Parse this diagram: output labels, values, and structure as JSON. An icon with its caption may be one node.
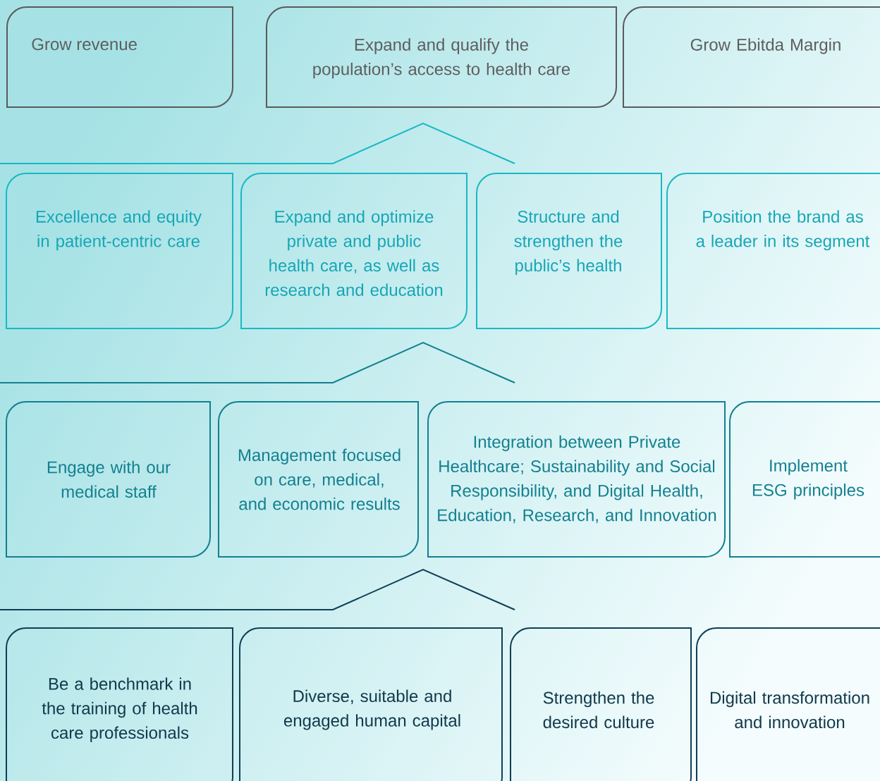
{
  "diagram": {
    "nodes": [
      {
        "text": [
          "Grow revenue"
        ]
      },
      {
        "text": [
          "Expand and qualify the population’s access to health care"
        ]
      },
      {
        "text": [
          "Grow Ebitda Margin"
        ]
      },
      {
        "text": [
          "Excellence and equity in patient-centric care"
        ]
      },
      {
        "text": [
          "Expand and optimize private and public health care, as well as research and education"
        ]
      },
      {
        "text": [
          "Structure and strengthen the public’s health"
        ]
      },
      {
        "text": [
          "Position the brand as a leader in its segment"
        ]
      },
      {
        "text": [
          "Engage with our medical staff"
        ]
      },
      {
        "text": [
          "Management focused on care, medical, and economic results"
        ]
      },
      {
        "text": [
          "Integration between Private Healthcare; Sustainability and Social Responsibility, and Digital Health, Education, Research, and Innovation"
        ]
      },
      {
        "text": [
          "Implement ESG principles"
        ]
      },
      {
        "text": [
          "Be a benchmark in the training of health care professionals"
        ]
      },
      {
        "text": [
          "Diverse, suitable and engaged human capital"
        ]
      },
      {
        "text": [
          "Strengthen the desired culture"
        ]
      },
      {
        "text": [
          "Digital transformation and innovation"
        ]
      }
    ]
  }
}
